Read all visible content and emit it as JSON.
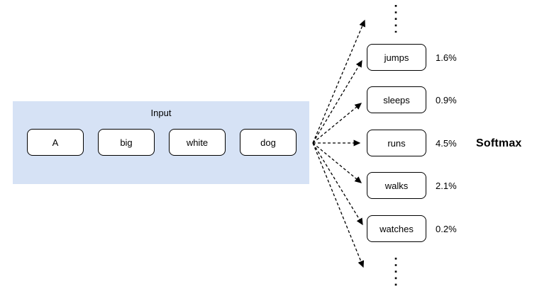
{
  "diagram": {
    "title_semantics": "next-word prediction with softmax",
    "input": {
      "label": "Input",
      "tokens": [
        "A",
        "big",
        "white",
        "dog"
      ]
    },
    "predictions": [
      {
        "label": "jumps",
        "probability": "1.6%"
      },
      {
        "label": "sleeps",
        "probability": "0.9%"
      },
      {
        "label": "runs",
        "probability": "4.5%"
      },
      {
        "label": "walks",
        "probability": "2.1%"
      },
      {
        "label": "watches",
        "probability": "0.2%"
      }
    ],
    "softmax_label": "Softmax",
    "colors": {
      "input_panel_fill": "#d6e2f5",
      "box_fill": "#ffffff",
      "box_border": "#000000",
      "arrow": "#000000"
    }
  }
}
